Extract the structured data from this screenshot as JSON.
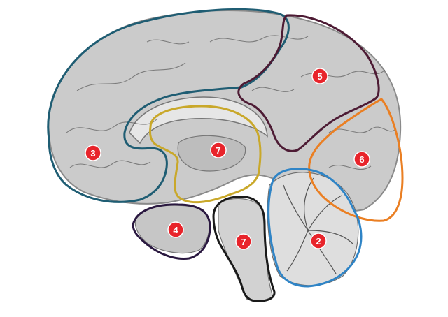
{
  "colors": {
    "background": "#ffffff",
    "brain_fill": "#c9c9c9",
    "brain_shadow": "#9a9a9a",
    "sulcus_line": "#3a3a3a",
    "marker_fill": "#e8242b",
    "marker_text": "#ffffff",
    "region_3": "#1f5d73",
    "region_5": "#4d1b34",
    "region_6": "#ea7f23",
    "region_7_upper": "#c9a82a",
    "region_4": "#2a1840",
    "region_7_lower": "#1a1a1a",
    "region_2": "#2f84c6"
  },
  "regions": [
    {
      "key": "frontal",
      "label": "3",
      "color_key": "region_3",
      "icon": "frontal-region-outline"
    },
    {
      "key": "parietal",
      "label": "5",
      "color_key": "region_5",
      "icon": "parietal-region-outline"
    },
    {
      "key": "occipital",
      "label": "6",
      "color_key": "region_6",
      "icon": "occipital-region-outline"
    },
    {
      "key": "diencephalon",
      "label": "7",
      "color_key": "region_7_upper",
      "icon": "diencephalon-region-outline"
    },
    {
      "key": "temporal",
      "label": "4",
      "color_key": "region_4",
      "icon": "temporal-region-outline"
    },
    {
      "key": "brainstem",
      "label": "7",
      "color_key": "region_7_lower",
      "icon": "brainstem-region-outline"
    },
    {
      "key": "cerebellum",
      "label": "2",
      "color_key": "region_2",
      "icon": "cerebellum-region-outline"
    }
  ]
}
